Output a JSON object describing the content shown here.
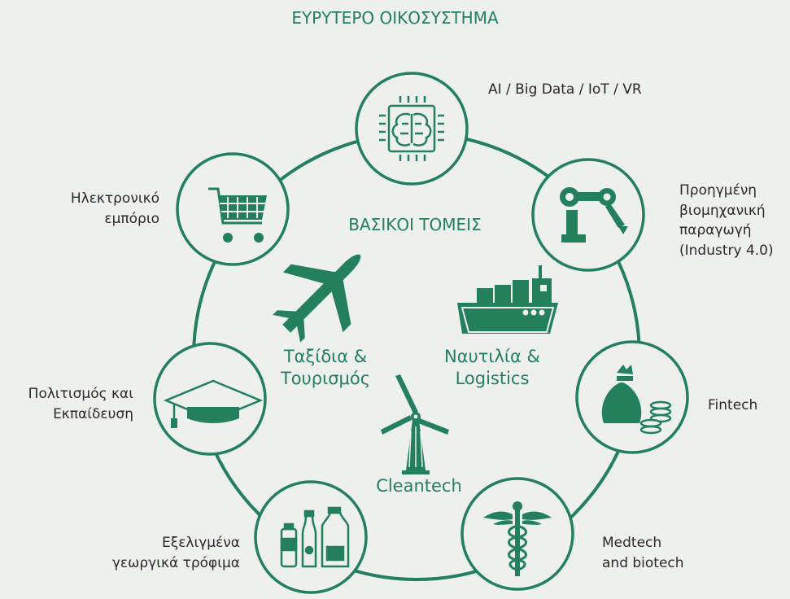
{
  "title": "ΕΥΡΥΤΕΡΟ ΟΙΚΟΣΥΣΤΗΜΑ",
  "core": {
    "title": "ΒΑΣΙΚΟΙ ΤΟΜΕΙΣ",
    "sectors": [
      {
        "lines": [
          "Ταξίδια &",
          "Τουρισμός"
        ],
        "icon": "airplane-icon"
      },
      {
        "lines": [
          "Ναυτιλία &",
          "Logistics"
        ],
        "icon": "cargo-ship-icon"
      },
      {
        "lines": [
          "Cleantech"
        ],
        "icon": "wind-turbine-icon"
      }
    ]
  },
  "ecosystem": [
    {
      "label_lines": [
        "AI / Big Data / IoT / VR"
      ],
      "icon": "ai-chip-brain-icon"
    },
    {
      "label_lines": [
        "Προηγμένη",
        "βιομηχανική",
        "παραγωγή",
        "(Industry 4.0)"
      ],
      "icon": "robot-arm-icon"
    },
    {
      "label_lines": [
        "Fintech"
      ],
      "icon": "money-bag-coins-icon"
    },
    {
      "label_lines": [
        "Medtech",
        "and biotech"
      ],
      "icon": "caduceus-icon"
    },
    {
      "label_lines": [
        "Εξελιγμένα",
        "γεωργικά τρόφιμα"
      ],
      "icon": "food-bottles-icon"
    },
    {
      "label_lines": [
        "Πολιτισμός και",
        "Εκπαίδευση"
      ],
      "icon": "graduation-cap-icon"
    },
    {
      "label_lines": [
        "Ηλεκτρονικό",
        "εμπόριο"
      ],
      "icon": "shopping-cart-icon"
    }
  ],
  "colors": {
    "green": "#23805a",
    "background": "#edf0ed",
    "text": "#2a2a2a"
  }
}
